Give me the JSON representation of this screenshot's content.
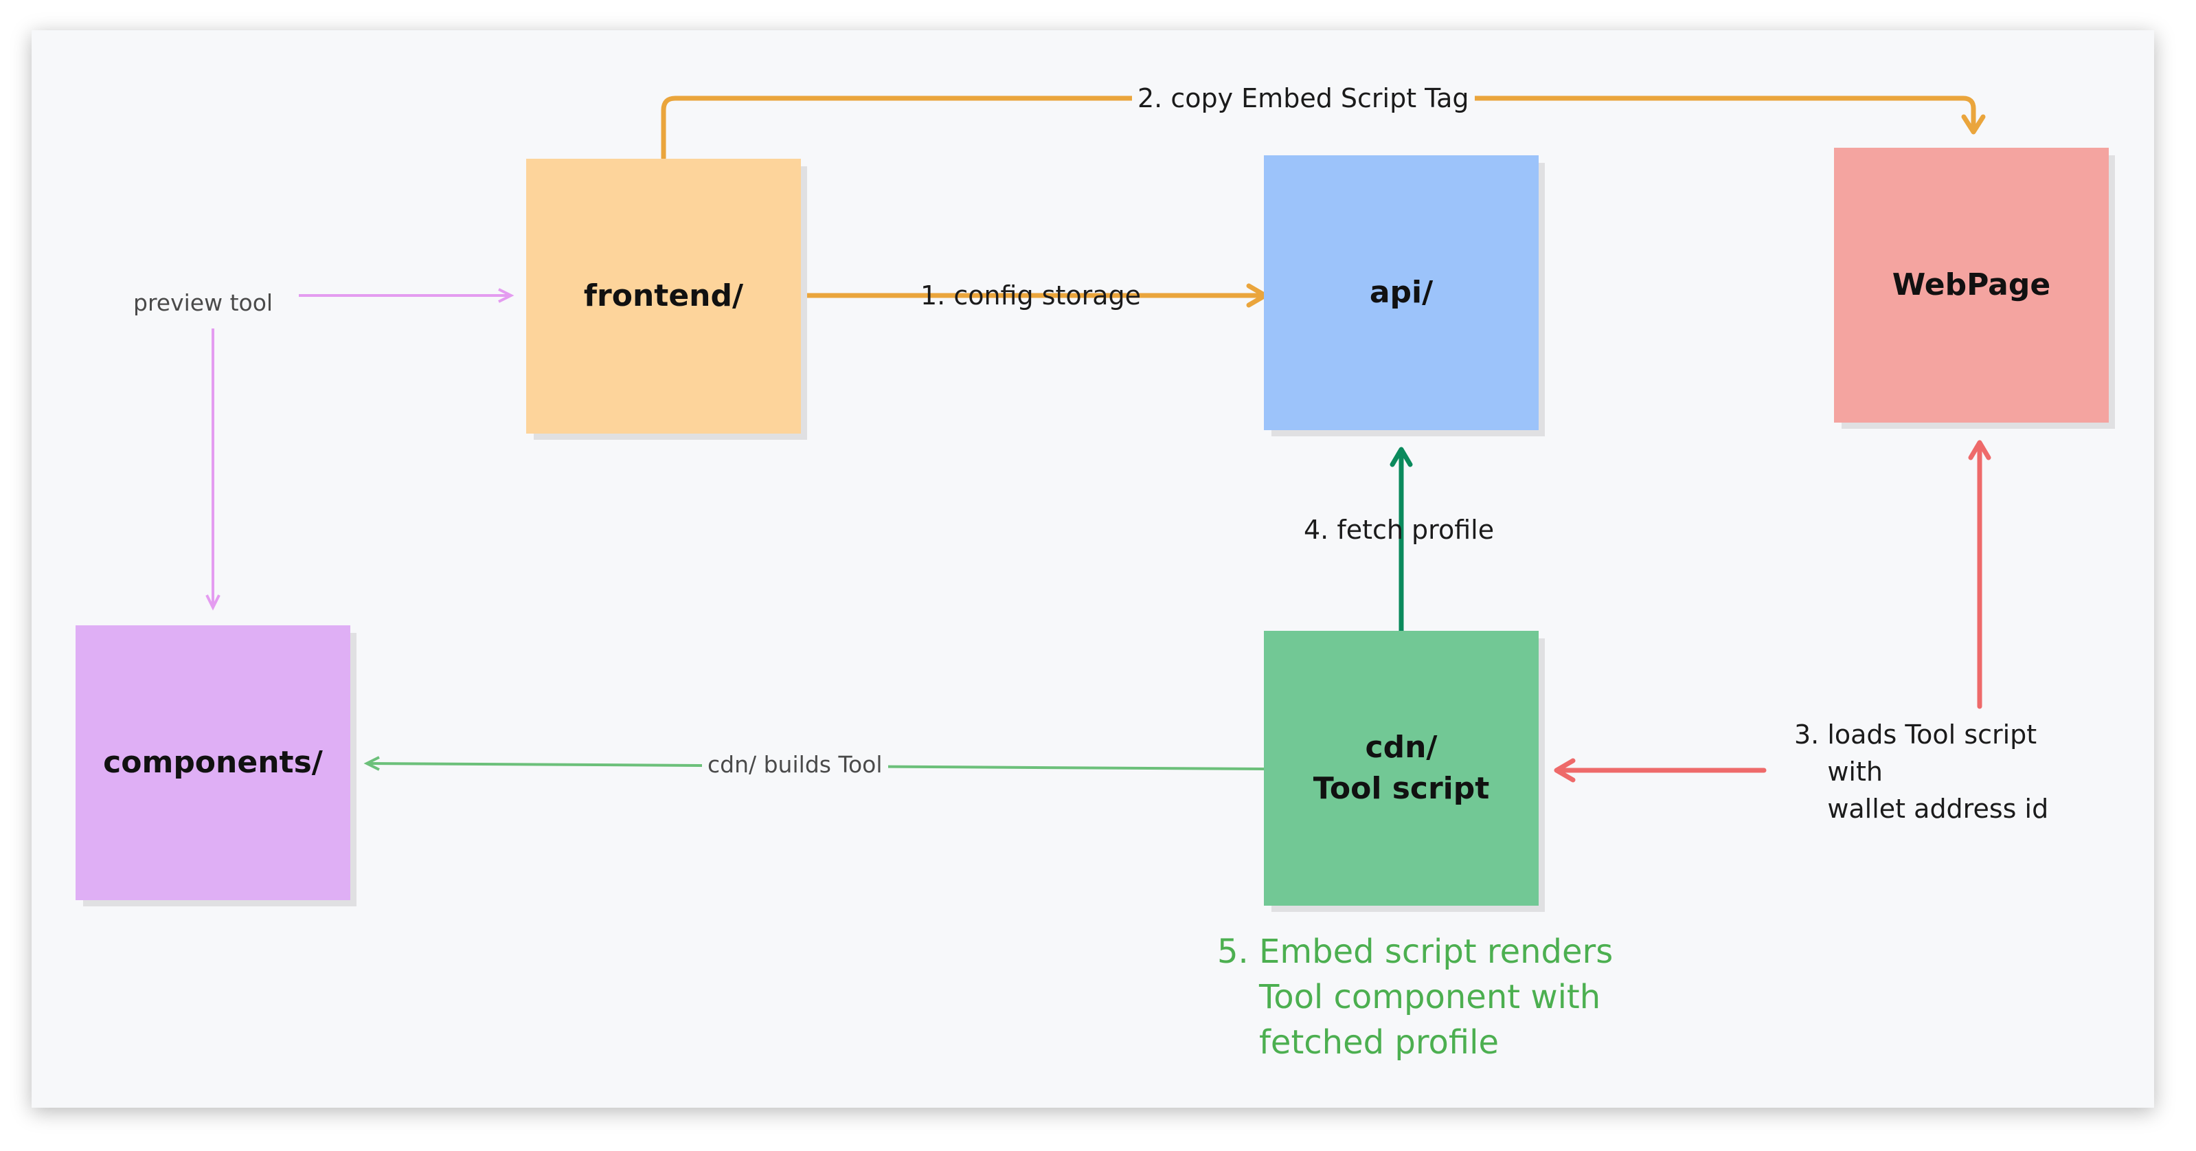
{
  "colors": {
    "frontend": "#fdd49b",
    "api": "#9cc3fa",
    "webpage": "#f4a4a0",
    "cdn": "#72c895",
    "components": "#dfaff5",
    "orange_edge": "#eaa53c",
    "pink_edge": "#e49cf0",
    "green_edge": "#0a8a5c",
    "light_green_edge": "#6cc07a",
    "red_edge": "#ee6a6a",
    "note_green": "#4caf50"
  },
  "nodes": {
    "frontend": "frontend/",
    "api": "api/",
    "webpage": "WebPage",
    "cdn": "cdn/\nTool script",
    "components": "components/"
  },
  "edges": {
    "config_storage": "1. config storage",
    "copy_embed": "2. copy Embed Script Tag",
    "loads_tool": "3. loads Tool script\n    with\n    wallet address id",
    "fetch_profile": "4. fetch profile",
    "preview_tool": "preview tool",
    "cdn_builds": "cdn/ builds Tool"
  },
  "note": "5. Embed script renders\n    Tool component with\n    fetched profile"
}
